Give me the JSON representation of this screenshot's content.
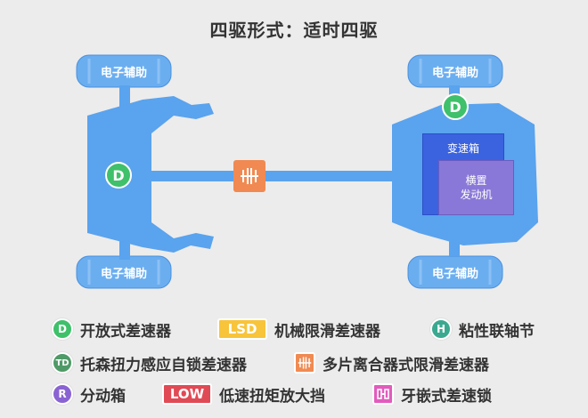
{
  "title": "四驱形式：适时四驱",
  "wheels": {
    "front_left_label": "电子辅助",
    "front_right_label": "电子辅助",
    "rear_left_label": "电子辅助",
    "rear_right_label": "电子辅助"
  },
  "diagram": {
    "rear_diff_badge": "D",
    "front_diff_badge": "D",
    "gearbox_label": "变速箱",
    "engine_label_line1": "横置",
    "engine_label_line2": "发动机"
  },
  "legend": {
    "open_diff": {
      "icon": "D",
      "label": "开放式差速器"
    },
    "lsd": {
      "icon": "LSD",
      "label": "机械限滑差速器"
    },
    "viscous": {
      "icon": "H",
      "label": "粘性联轴节"
    },
    "torsen": {
      "icon": "TD",
      "label": "托森扭力感应自锁差速器"
    },
    "multi_plate": {
      "label": "多片离合器式限滑差速器"
    },
    "transfer": {
      "icon": "R",
      "label": "分动箱"
    },
    "low": {
      "icon": "LOW",
      "label": "低速扭矩放大挡"
    },
    "dog_lock": {
      "label": "牙嵌式差速锁"
    }
  },
  "colors": {
    "chassis": "#5aa3ee",
    "open_diff": "#3fc06a",
    "lsd": "#f7c43a",
    "viscous": "#3aa98f",
    "torsen": "#4f9a67",
    "multi_plate": "#f08a52",
    "transfer": "#8a63d2",
    "low": "#e04a55",
    "dog_lock": "#e25bbd"
  }
}
